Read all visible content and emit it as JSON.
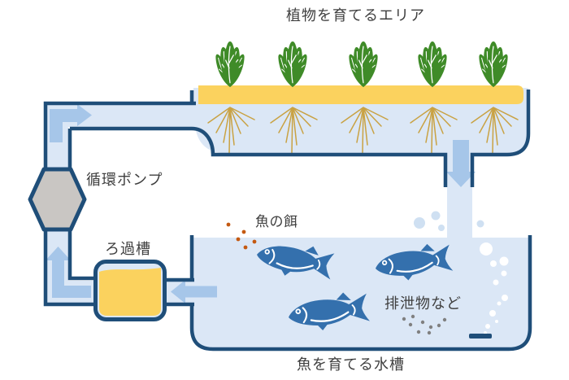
{
  "labels": {
    "plant_area": "植物を育てるエリア",
    "pump": "循環ポンプ",
    "filter": "ろ過槽",
    "fish_food": "魚の餌",
    "waste": "排泄物など",
    "fish_tank": "魚を育てる水槽"
  },
  "colors": {
    "outline": "#1f4e79",
    "water": "#dbe7f6",
    "arrow": "#a6c6e9",
    "bed_yellow": "#fbd25e",
    "plant_green": "#3f8b28",
    "root_tan": "#c9a243",
    "fish_blue": "#3470ad",
    "food_orange": "#c45911",
    "waste_gray": "#808080",
    "pump_gray": "#c9c6c3",
    "bubble": "#cfe0f2",
    "text": "#3f3f3f"
  }
}
